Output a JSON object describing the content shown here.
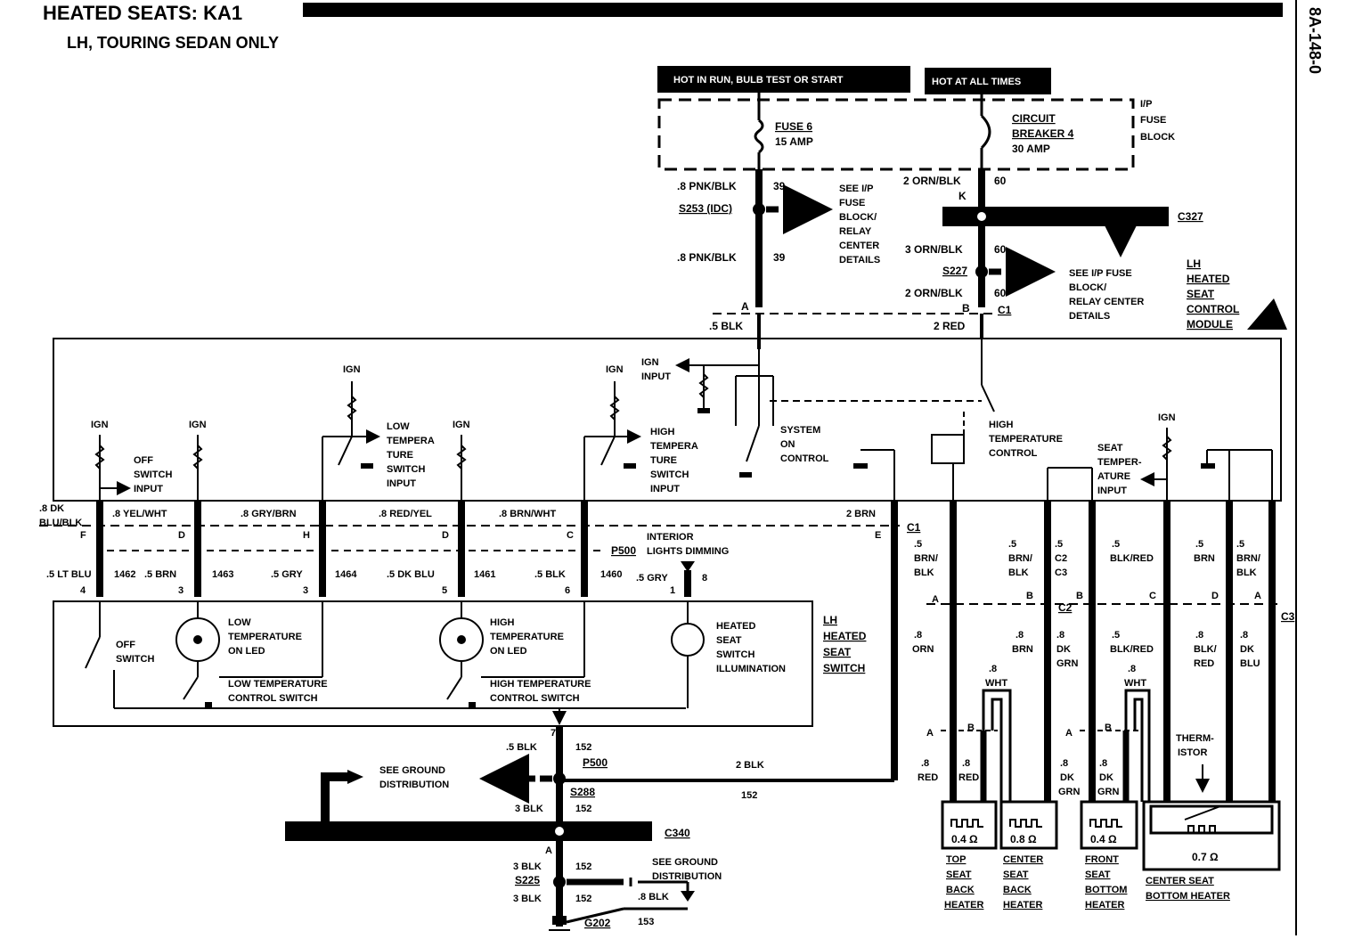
{
  "title": "HEATED SEATS: KA1",
  "subtitle": "LH, TOURING SEDAN ONLY",
  "page_id": "8A-148-0",
  "header": {
    "hot_run": "HOT IN RUN, BULB TEST OR START",
    "hot_always": "HOT AT ALL TIMES"
  },
  "fuse_block": {
    "label1": "I/P",
    "label2": "FUSE",
    "label3": "BLOCK",
    "fuse_name": "FUSE 6",
    "fuse_rating": "15 AMP",
    "cb_l1": "CIRCUIT",
    "cb_l2": "BREAKER 4",
    "cb_rating": "30 AMP"
  },
  "wire_labels": {
    "w1": ".8 PNK/BLK",
    "w1n": "39",
    "w2": ".8 PNK/BLK",
    "w2n": "39",
    "w3": "2 ORN/BLK",
    "w3n": "60",
    "w4": "3 ORN/BLK",
    "w4n": "60",
    "w5": "2 ORN/BLK",
    "w5n": "60",
    "blk5": ".5 BLK",
    "red2": "2 RED",
    "pinA": "A",
    "pinB": "B",
    "pinK": "K",
    "c1top": "C1"
  },
  "splices": {
    "s253": "S253 (IDC)",
    "s227": "S227",
    "s288": "S288",
    "s225": "S225",
    "c327": "C327",
    "c340": "C340",
    "g202": "G202",
    "p500": "P500"
  },
  "see_notes": {
    "ip1": "SEE I/P",
    "ip2": "FUSE",
    "ip3": "BLOCK/",
    "ip4": "RELAY",
    "ip5": "CENTER",
    "ip6": "DETAILS",
    "ip_r1": "SEE I/P FUSE",
    "ip_r2": "BLOCK/",
    "ip_r3": "RELAY CENTER",
    "ip_r4": "DETAILS",
    "gnd1": "SEE GROUND",
    "gnd2": "DISTRIBUTION"
  },
  "module": {
    "l1": "LH",
    "l2": "HEATED",
    "l3": "SEAT",
    "l4": "CONTROL",
    "l5": "MODULE"
  },
  "module_inner": {
    "ign": "IGN",
    "off_in1": "OFF",
    "off_in2": "SWITCH",
    "off_in3": "INPUT",
    "low1": "LOW",
    "low2": "TEMPERA",
    "low3": "TURE",
    "low4": "SWITCH",
    "low5": "INPUT",
    "high1": "HIGH",
    "high2": "TEMPERA",
    "high3": "TURE",
    "high4": "SWITCH",
    "high5": "INPUT",
    "ign_in1": "IGN",
    "ign_in2": "INPUT",
    "sys1": "SYSTEM",
    "sys2": "ON",
    "sys3": "CONTROL",
    "htc1": "HIGH",
    "htc2": "TEMPERATURE",
    "htc3": "CONTROL",
    "sti1": "SEAT",
    "sti2": "TEMPER-",
    "sti3": "ATURE",
    "sti4": "INPUT"
  },
  "harness": {
    "dkblu1": ".8 DK",
    "dkblu2": "BLU/BLK",
    "yel": ".8 YEL/WHT",
    "gry": ".8 GRY/BRN",
    "redyel": ".8 RED/YEL",
    "brnwht": ".8 BRN/WHT",
    "brn2": "2 BRN",
    "pF": "F",
    "pD": "D",
    "pH": "H",
    "pD2": "D",
    "pC": "C",
    "pE": "E",
    "c1": "C1",
    "ltblu": ".5 LT BLU",
    "n1462": "1462",
    "brn5": ".5 BRN",
    "n1463": "1463",
    "gry5": ".5 GRY",
    "n1464": "1464",
    "dkblu5": ".5 DK BLU",
    "n1461": "1461",
    "blk5": ".5 BLK",
    "n1460": "1460",
    "gry5b": ".5 GRY",
    "n4": "4",
    "n3": "3",
    "n3b": "3",
    "n5": "5",
    "n6": "6",
    "n1": "1",
    "n8": "8",
    "ild1": "INTERIOR",
    "ild2": "LIGHTS DIMMING"
  },
  "right_wires": {
    "a1": ".5",
    "a2": "BRN/",
    "a3": "BLK",
    "b1": ".5",
    "b2": "BRN/",
    "b3": "BLK",
    "c1": ".5",
    "c2": "C2",
    "c3": "C3",
    "d1": ".5",
    "d2": "BLK/RED",
    "e1": ".5",
    "e2": "BRN",
    "f1": ".5",
    "f2": "BRN/",
    "f3": "BLK",
    "pA": "A",
    "pB": "B",
    "pB2": "B",
    "pC": "C",
    "pD": "D",
    "pA2": "A",
    "g1": ".8",
    "g2": "ORN",
    "h1": ".8",
    "h2": "BRN",
    "i1": ".8",
    "i2": "DK",
    "i3": "GRN",
    "j1": ".5",
    "j2": "BLK/RED",
    "k1": ".8",
    "k2": "BLK/",
    "k3": "RED",
    "l1": ".8",
    "l2": "DK",
    "l3": "BLU",
    "wht1a": ".8",
    "wht1b": "WHT",
    "wht2a": ".8",
    "wht2b": "WHT",
    "pA3": "A",
    "pB3": "B",
    "pA4": "A",
    "pB4": "B",
    "red1a": ".8",
    "red1b": "RED",
    "red2a": ".8",
    "red2b": "RED",
    "dg1a": ".8",
    "dg1b": "DK",
    "dg1c": "GRN",
    "dg2a": ".8",
    "dg2b": "DK",
    "dg2c": "GRN",
    "therm1": "THERM-",
    "therm2": "ISTOR"
  },
  "heaters": {
    "r1": "0.4 Ω",
    "r2": "0.8 Ω",
    "r3": "0.4 Ω",
    "r4": "0.7 Ω",
    "h1a": "TOP",
    "h1b": "SEAT",
    "h1c": "BACK",
    "h1d": "HEATER",
    "h2a": "CENTER",
    "h2b": "SEAT",
    "h2c": "BACK",
    "h2d": "HEATER",
    "h3a": "FRONT",
    "h3b": "SEAT",
    "h3c": "BOTTOM",
    "h3d": "HEATER",
    "h4a": "CENTER SEAT",
    "h4b": "BOTTOM HEATER"
  },
  "switch": {
    "l1": "LH",
    "l2": "HEATED",
    "l3": "SEAT",
    "l4": "SWITCH",
    "off1": "OFF",
    "off2": "SWITCH",
    "low1": "LOW",
    "low2": "TEMPERATURE",
    "low3": "ON LED",
    "high1": "HIGH",
    "high2": "TEMPERATURE",
    "high3": "ON LED",
    "lcs1": "LOW TEMPERATURE",
    "lcs2": "CONTROL SWITCH",
    "hcs1": "HIGH TEMPERATURE",
    "hcs2": "CONTROL SWITCH",
    "hsi1": "HEATED",
    "hsi2": "SEAT",
    "hsi3": "SWITCH",
    "hsi4": "ILLUMINATION"
  },
  "ground": {
    "p7": "7",
    "blk5": ".5 BLK",
    "n152": "152",
    "blk2": "2 BLK",
    "n152b": "152",
    "blk3": "3 BLK",
    "n152c": "152",
    "pA": "A",
    "blk3b": "3 BLK",
    "n152d": "152",
    "blk3c": "3 BLK",
    "n152e": "152",
    "blk8": ".8 BLK",
    "n153": "153"
  }
}
